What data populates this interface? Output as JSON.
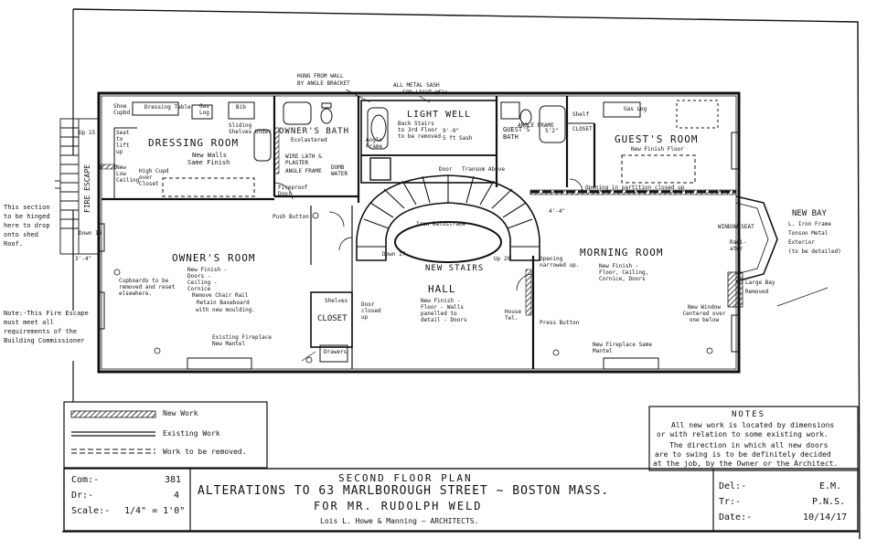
{
  "rooms": {
    "dressing": "DRESSING ROOM",
    "owners_bath": "OWNER'S BATH",
    "light_well": "LIGHT WELL",
    "guests_bath": "GUEST'S BATH",
    "guests_room": "GUEST'S ROOM",
    "owners_room": "OWNER'S ROOM",
    "hall": "HALL",
    "morning": "MORNING ROOM",
    "closet": "CLOSET",
    "new_stairs": "NEW STAIRS"
  },
  "plan_notes": {
    "hung_from_wall": "HUNG FROM WALL",
    "by_angle_bracket": "BY ANGLE BRACKET",
    "all_metal_sash": "ALL METAL SASH",
    "for_light_well": "FOR LIGHT WELL",
    "shoe_cupbd": "Shoe Cupbd",
    "dressing_table": "Dressing Table",
    "gas_log_1": "Gas Log",
    "bib": "Bib",
    "sliding_shelves": "Sliding Shelves Under",
    "seat_lift": "Seat to lift up",
    "new_walls": "New Walls",
    "same_finish": "Same Finish",
    "new_low_ceiling": "New Low Ceiling",
    "high_cupd": "High Cupd over Closet",
    "ecolastered": "Ecolastered",
    "wire_lath": "WIRE LATH & PLASTER",
    "angle_frame": "ANGLE FRAME",
    "dumb_waiter": "DUMB WATER",
    "fireproof_door": "Fireproof Door",
    "push_button_1": "Push Button",
    "back_stairs": "Back Stairs to 3rd Floor to be removed",
    "angle_frame_2": "Angle Frame",
    "door_1": "Door",
    "transom_above": "Transom Above",
    "sash_5ft": "5 ft Sash",
    "dims_9": "9'-0\"",
    "dims_52": "5'2\"",
    "dims_44": "4'-4\"",
    "dims_34": "3'-4\"",
    "angle_frame_3": "ANGLE FRAME",
    "closet_sm": "CLOSET",
    "shelf": "Shelf",
    "gas_log_2": "Gas Log",
    "new_finish_floor": "New Finish Floor",
    "opening_partition": "Opening in partition closed up",
    "iron_balustrade": "Iron Balustrade",
    "down_17": "Down 17",
    "up_20": "Up 20",
    "window_seat": "WINDOW SEAT",
    "new_bay": "NEW BAY",
    "bay_desc_1": "L. Iron Frame",
    "bay_desc_2": "Tonson Metal",
    "bay_desc_3": "Exterior",
    "bay_desc_4": "(to be detailed)",
    "radiator": "Radi-ator",
    "large_bay": "Large Bay",
    "removed": "Removed",
    "opening_narrowed": "Opening narrowed up.",
    "morning_finish": "New Finish - Floor, Ceiling, Cornice, Doors",
    "new_window": "New Window Centered over one below",
    "new_fireplace": "New Fireplace Same Mantel",
    "hall_finish": "New Finish - Floor - Walls panelled to detail - Doors",
    "house_tel": "House Tel.",
    "press_button": "Press Button",
    "door_closed": "Door closed up",
    "shelves": "Shelves",
    "drawers": "Drawers",
    "cupboards": "Cupboards to be removed and reset elsewhere.",
    "owners_finish": "New Finish - Doors - Ceiling - Cornice",
    "remove_chair_rail": "Remove Chair Rail",
    "retain_baseboard": "Retain Baseboard",
    "new_moulding": "with new moulding.",
    "existing_fireplace": "Existing Fireplace New Mantel",
    "up_15": "Up 15",
    "down_16": "Down 16",
    "fire_escape": "FIRE ESCAPE",
    "dim_3_4": "3'4\""
  },
  "side_notes": {
    "hinged": "This section to be hinged here to drop onto shed Roof.",
    "fire_escape_note": "Note:-This Fire Escape must meet all requirements of the Building Commissioner"
  },
  "legend": {
    "new_work": "New Work",
    "existing_work": "Existing Work",
    "work_removed": "Work to be removed."
  },
  "notes": {
    "heading": "NOTES",
    "line1": "All new work is located by dimensions",
    "line2": "or with relation to some existing work.",
    "line3": "The direction in which all new doors",
    "line4": "are to swing is to be definitely decided",
    "line5": "at the job, by the Owner or the Architect."
  },
  "title_block": {
    "com_label": "Com:-",
    "com_value": "381",
    "dr_label": "Dr:-",
    "dr_value": "4",
    "scale_label": "Scale:-",
    "scale_value": "1/4\" = 1'0\"",
    "plan_title": "SECOND FLOOR PLAN",
    "main_title": "ALTERATIONS TO 63 MARLBOROUGH STREET ~ BOSTON MASS.",
    "for_line": "FOR MR. RUDOLPH WELD",
    "architects": "Lois L. Howe & Manning — ARCHITECTS.",
    "del_label": "Del:-",
    "del_value": "E.M.",
    "tr_label": "Tr:-",
    "tr_value": "P.N.S.",
    "date_label": "Date:-",
    "date_value": "10/14/17"
  }
}
